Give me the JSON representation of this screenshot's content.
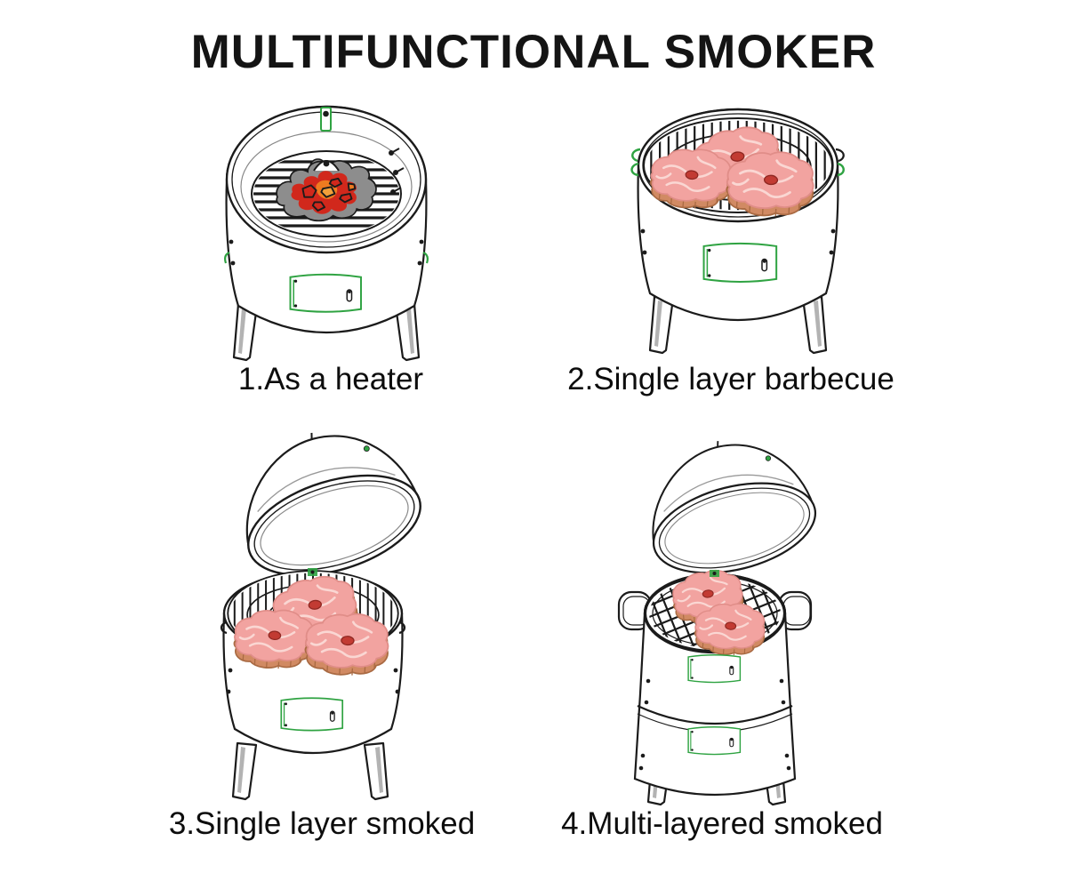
{
  "title": "MULTIFUNCTIONAL SMOKER",
  "panels": [
    {
      "id": "heater",
      "caption": "1.As a heater"
    },
    {
      "id": "single-layer-barbecue",
      "caption": "2.Single layer barbecue"
    },
    {
      "id": "single-layer-smoked",
      "caption": "3.Single layer smoked"
    },
    {
      "id": "multi-layered-smoked",
      "caption": "4.Multi-layered smoked"
    }
  ],
  "colors": {
    "line": "#1b1b1b",
    "accent_green": "#2fa342",
    "meat_pink": "#f2a3a0",
    "meat_pink_light": "#fad7d3",
    "meat_rim": "#d18a63",
    "meat_rim_dark": "#a96a43",
    "meat_marrow": "#c23b33",
    "fire_red": "#d1281c",
    "fire_orange": "#ee7b20",
    "fire_amber": "#f2a03a",
    "coal_gray": "#8d8d8d",
    "background": "#ffffff"
  }
}
